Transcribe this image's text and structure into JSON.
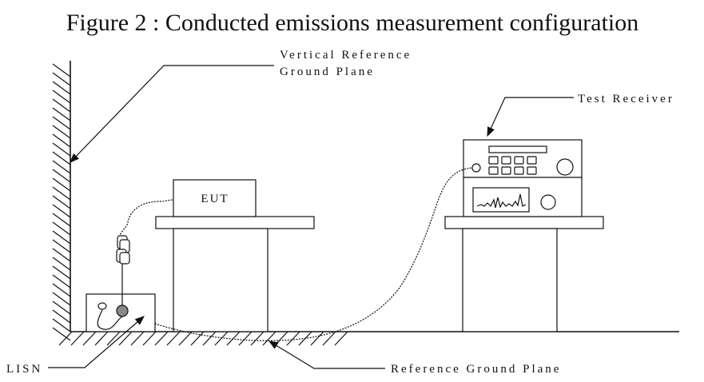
{
  "figure": {
    "title": "Figure 2 : Conducted emissions measurement configuration"
  },
  "labels": {
    "vertical_plane_line1": "Vertical Reference",
    "vertical_plane_line2": "Ground Plane",
    "test_receiver": "Test Receiver",
    "eut": "EUT",
    "lisn": "LISN",
    "reference_plane": "Reference Ground Plane"
  }
}
